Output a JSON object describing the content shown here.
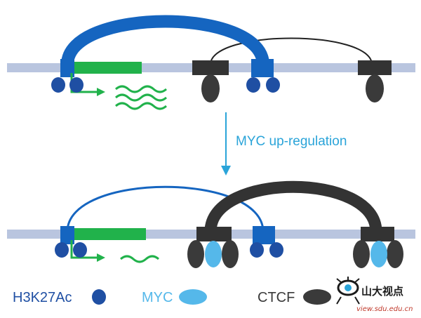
{
  "transition": {
    "label": "MYC up-regulation"
  },
  "legend": {
    "h3k27ac": {
      "label": "H3K27Ac",
      "color": "#1f4fa3"
    },
    "myc": {
      "label": "MYC",
      "color": "#55b8ea"
    },
    "ctcf": {
      "label": "CTCF",
      "color": "#3a3a3a"
    }
  },
  "watermark": {
    "name": "山大视点",
    "url": "view.sdu.edu.cn"
  },
  "colors": {
    "dna": "#b9c5df",
    "enhancer_blue": "#1565c0",
    "gene_green": "#21b24b",
    "ctcf_dark": "#333333"
  }
}
